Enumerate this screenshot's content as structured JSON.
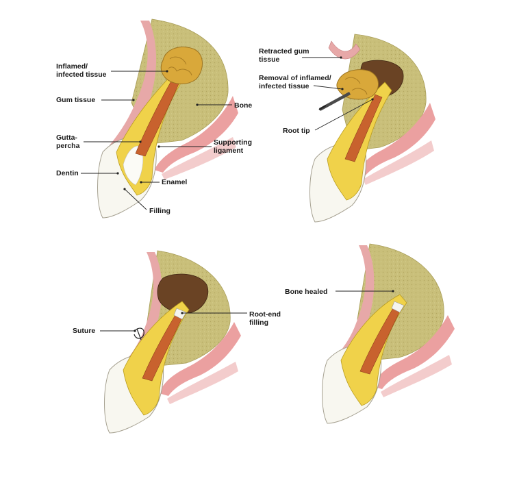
{
  "panels": {
    "top_left": {
      "labels": {
        "inflamed": [
          "Inflamed/",
          "infected tissue"
        ],
        "gum": [
          "Gum tissue"
        ],
        "bone": [
          "Bone"
        ],
        "gutta": [
          "Gutta-",
          "percha"
        ],
        "supporting": [
          "Supporting",
          "ligament"
        ],
        "dentin": [
          "Dentin"
        ],
        "enamel": [
          "Enamel"
        ],
        "filling": [
          "Filling"
        ]
      }
    },
    "top_right": {
      "labels": {
        "retracted": [
          "Retracted gum",
          "tissue"
        ],
        "removal": [
          "Removal of inflamed/",
          "infected tissue"
        ],
        "root_tip": [
          "Root tip"
        ]
      }
    },
    "bottom_left": {
      "labels": {
        "suture": [
          "Suture"
        ],
        "root_end": [
          "Root-end",
          "filling"
        ]
      }
    },
    "bottom_right": {
      "labels": {
        "bone_healed": [
          "Bone healed"
        ]
      }
    }
  },
  "colors": {
    "bone": "#c8be78",
    "gum_pink": "#e8a0a0",
    "gum_light": "#f3c9c9",
    "dentin": "#f0d24a",
    "enamel": "#f8f8f2",
    "gutta_percha": "#c8622e",
    "inflamed": "#d9a83a",
    "cavity": "#6a4324"
  }
}
